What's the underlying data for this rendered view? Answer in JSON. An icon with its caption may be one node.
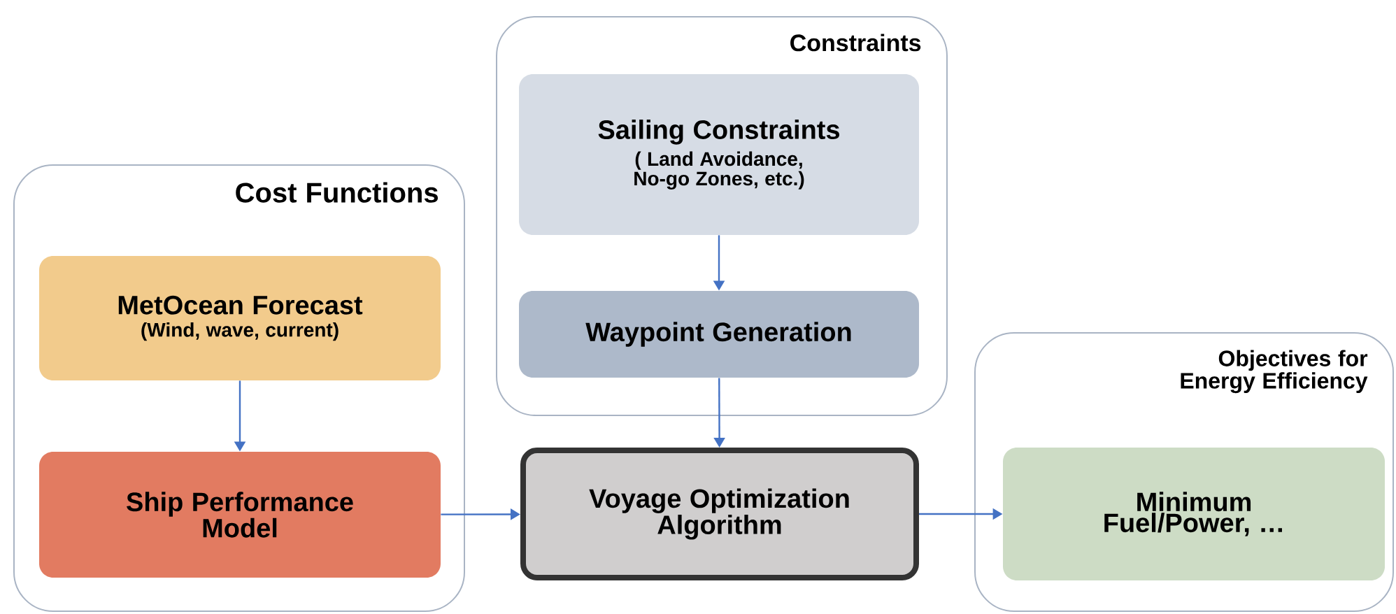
{
  "diagram": {
    "nodes": [
      {
        "text": [
          "Cost Functions"
        ]
      },
      {
        "text": [
          "MetOcean Forecast",
          "(Wind, wave, current)"
        ],
        "in": 0
      },
      {
        "text": [
          "Ship Performance Model"
        ],
        "in": 0
      },
      {
        "text": [
          "Constraints"
        ]
      },
      {
        "text": [
          "Sailing Constraints",
          "( Land Avoidance, No-go Zones, etc.)"
        ],
        "in": 3
      },
      {
        "text": [
          "Waypoint Generation"
        ],
        "in": 3
      },
      {
        "text": [
          "Voyage Optimization Algorithm"
        ]
      },
      {
        "text": [
          "Objectives for Energy Efficiency"
        ]
      },
      {
        "text": [
          "Minimum Fuel/Power, …"
        ],
        "in": 7
      }
    ],
    "edges": [
      {
        "from": 1,
        "to": 2,
        "arrow": "to"
      },
      {
        "from": 4,
        "to": 5,
        "arrow": "to"
      },
      {
        "from": 5,
        "to": 6,
        "arrow": "to"
      },
      {
        "from": 2,
        "to": 6,
        "arrow": "to"
      },
      {
        "from": 6,
        "to": 8,
        "arrow": "to"
      }
    ]
  }
}
